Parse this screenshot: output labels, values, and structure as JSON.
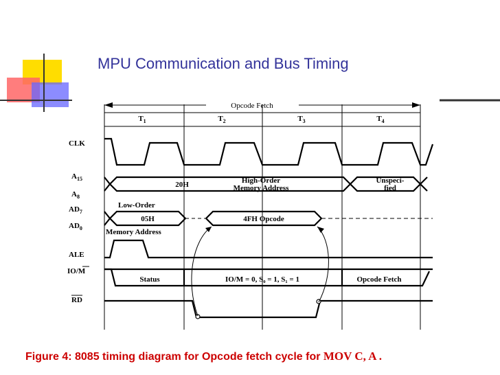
{
  "title": "MPU Communication and Bus Timing",
  "caption": {
    "text": "Figure 4: 8085 timing diagram for Opcode fetch cycle for ",
    "code": "MOV C, A ."
  },
  "diagram": {
    "header": "Opcode Fetch",
    "states": [
      "T",
      "T",
      "T",
      "T"
    ],
    "state_subs": [
      "1",
      "2",
      "3",
      "4"
    ],
    "signals": {
      "clk": "CLK",
      "a15": "A",
      "a15_sub": "15",
      "a8": "A",
      "a8_sub": "8",
      "ad7": "AD",
      "ad7_sub": "7",
      "ad0": "AD",
      "ad0_sub": "0",
      "ale": "ALE",
      "iom": "IO/M",
      "rd": "RD"
    },
    "annotations": {
      "high_addr_val": "20H",
      "high_addr_line1": "High-Order",
      "high_addr_line2": "Memory Address",
      "unspec_line1": "Unspeci-",
      "unspec_line2": "fied",
      "low_order": "Low-Order",
      "low_addr_val": "05H",
      "memory_address": "Memory Address",
      "opcode": "4FH Opcode",
      "status": "Status",
      "status_eq": "IO/M = 0, S₀ = 1, S₁ = 1",
      "opcode_fetch": "Opcode Fetch"
    }
  }
}
